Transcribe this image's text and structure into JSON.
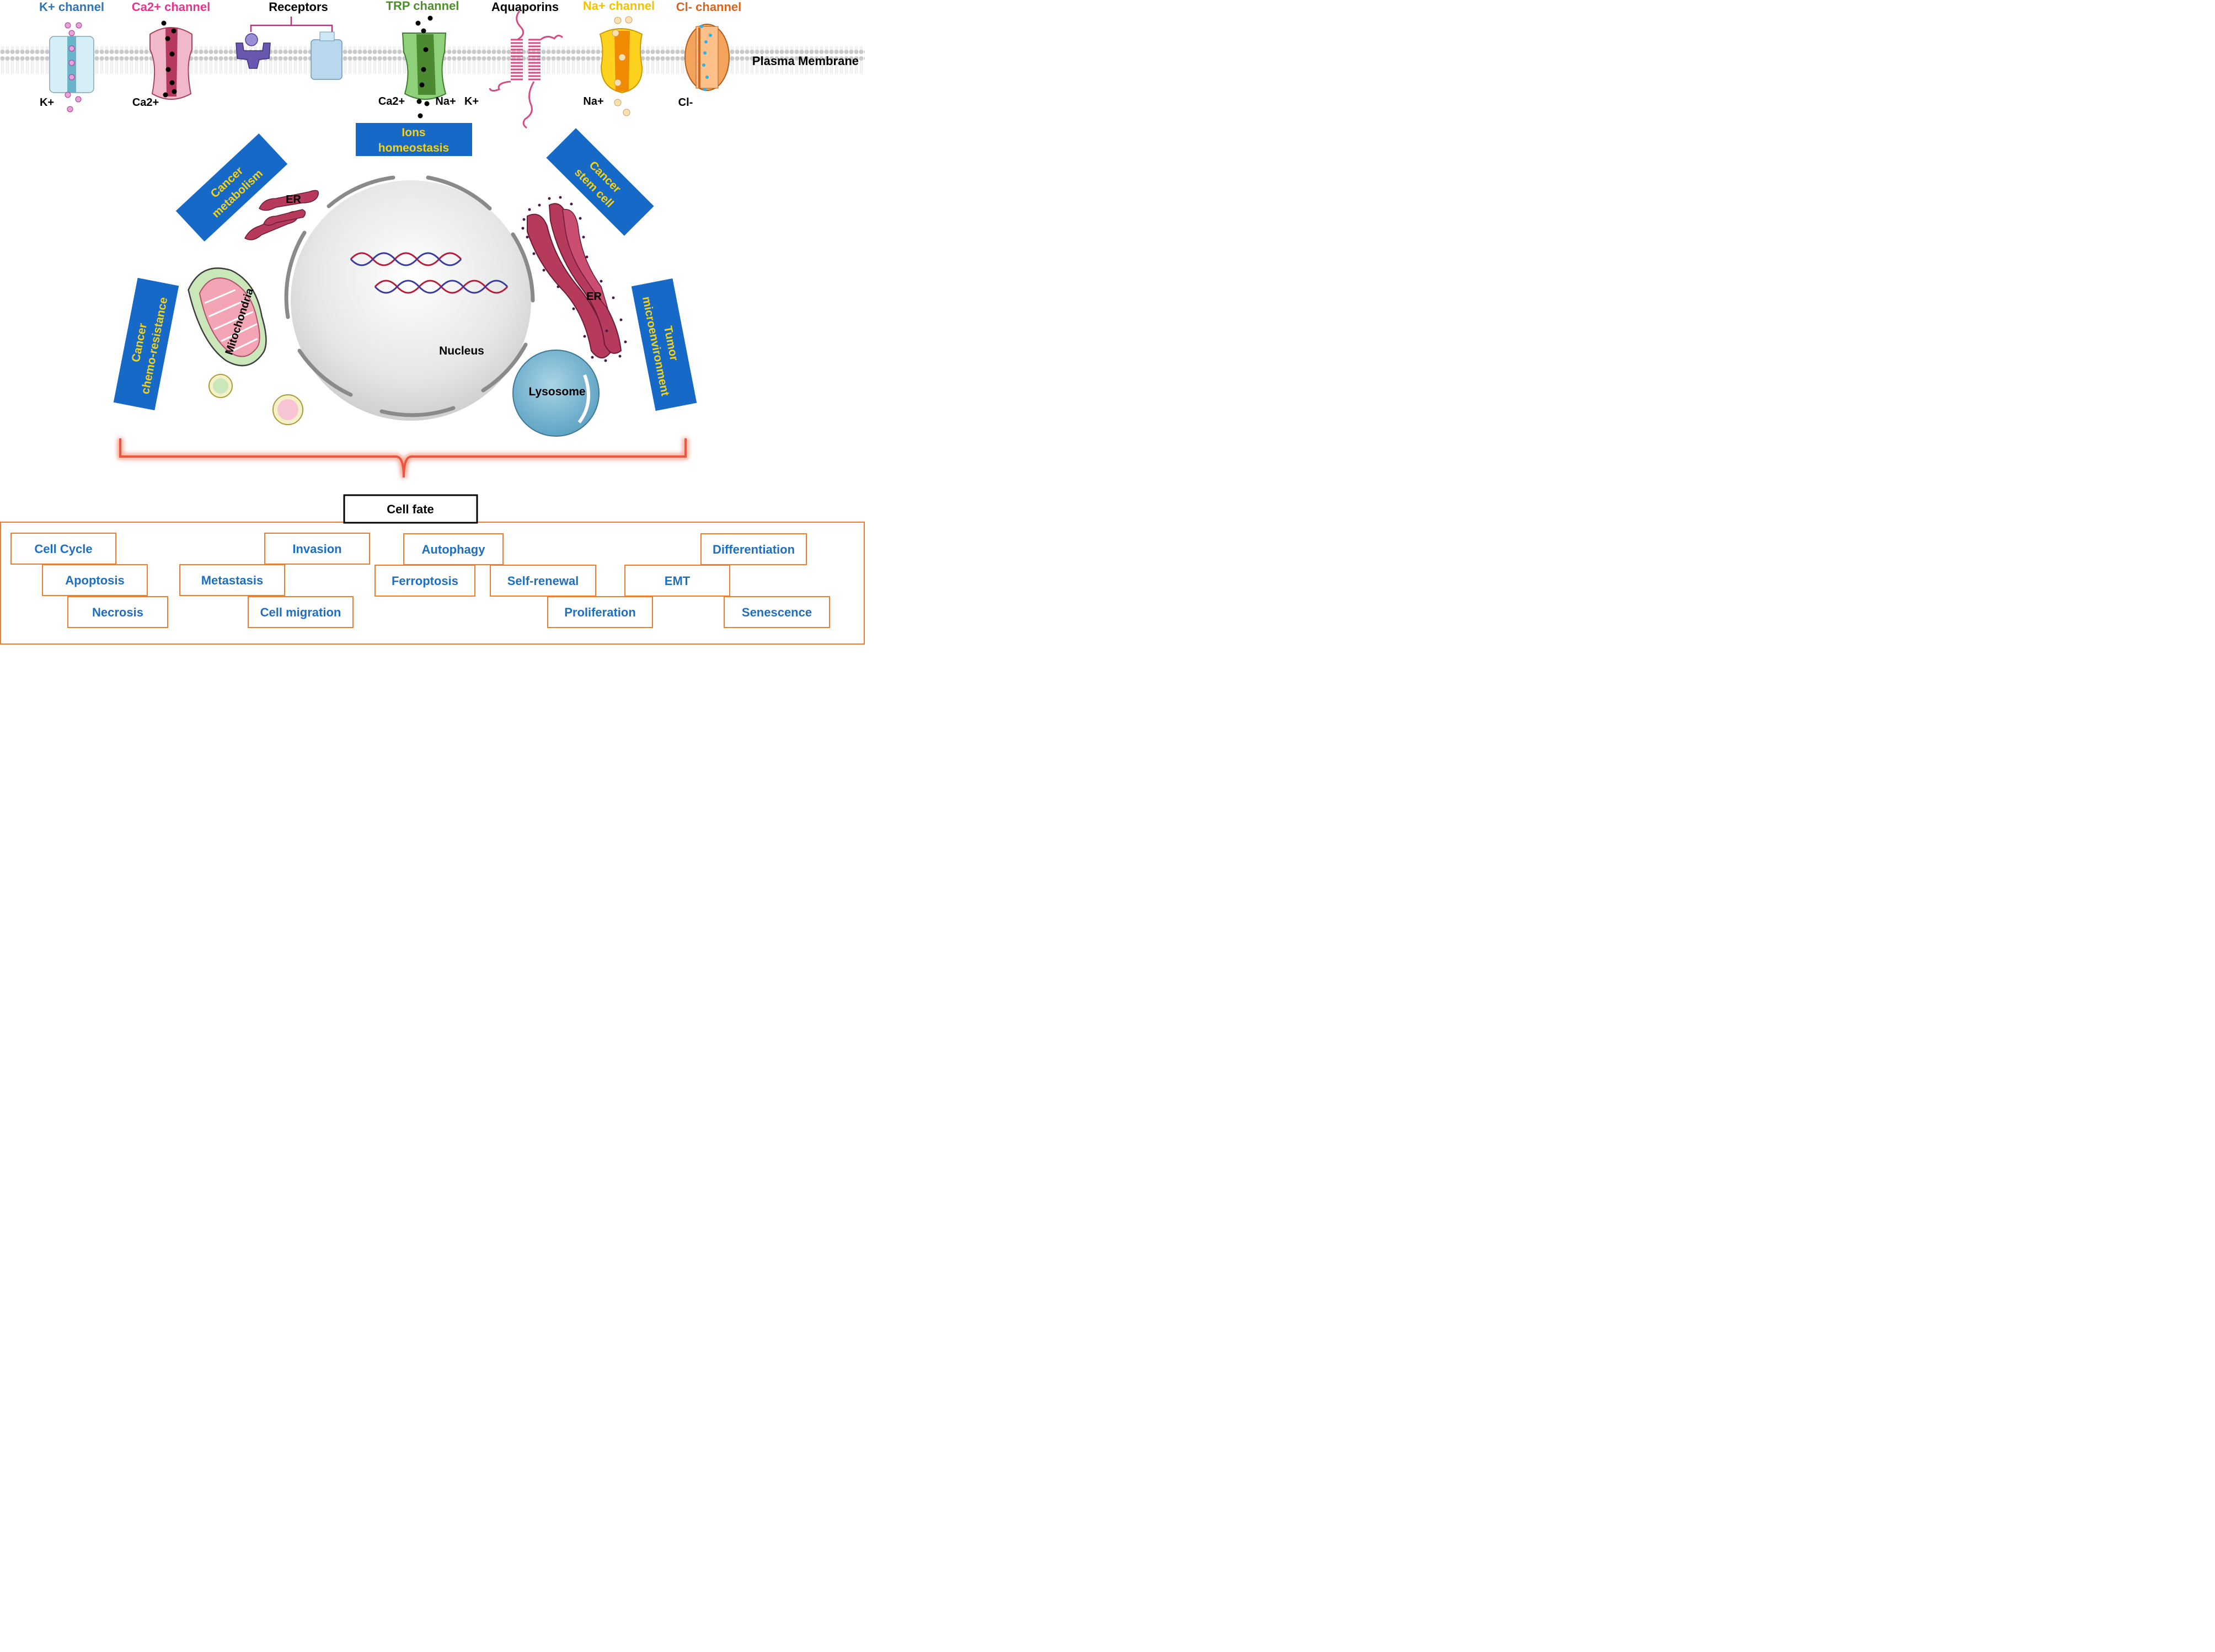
{
  "channels": {
    "k_channel": "K+ channel",
    "ca_channel": "Ca2+ channel",
    "receptors": "Receptors",
    "trp_channel": "TRP channel",
    "aquaporins": "Aquaporins",
    "na_channel": "Na+ channel",
    "cl_channel": "Cl- channel"
  },
  "ions": {
    "k": "K+",
    "ca": "Ca2+",
    "trp_ca": "Ca2+",
    "trp_na": "Na+",
    "trp_k": "K+",
    "na": "Na+",
    "cl": "Cl-"
  },
  "membrane_label": "Plasma Membrane",
  "themes": {
    "ions_homeostasis": [
      "Ions",
      "homeostasis"
    ],
    "cancer_metabolism": [
      "Cancer",
      "metabolism"
    ],
    "cancer_stem_cell": [
      "Cancer",
      "stem cell"
    ],
    "chemo_resistance": [
      "Cancer",
      "chemo-resistance"
    ],
    "tumor_microenvironment": [
      "Tumor",
      "microenvironment"
    ]
  },
  "organelles": {
    "er_left": "ER",
    "er_right": "ER",
    "mitochondria": "Mitochondria",
    "nucleus": "Nucleus",
    "lysosome": "Lysosome"
  },
  "cell_fate": {
    "title": "Cell fate",
    "outcomes": [
      "Cell Cycle",
      "Apoptosis",
      "Necrosis",
      "Metastasis",
      "Invasion",
      "Cell migration",
      "Autophagy",
      "Ferroptosis",
      "Self-renewal",
      "Proliferation",
      "EMT",
      "Differentiation",
      "Senescence"
    ]
  },
  "colors": {
    "theme_box": "#1769c7",
    "theme_text": "#f2d21b",
    "fate_border": "#ed7d31",
    "fate_text": "#1f6fc0",
    "k_title": "#2e75b6",
    "ca_title": "#e8348c",
    "trp_title": "#4e8f2c",
    "na_title": "#f2c200",
    "cl_title": "#d9641e"
  }
}
